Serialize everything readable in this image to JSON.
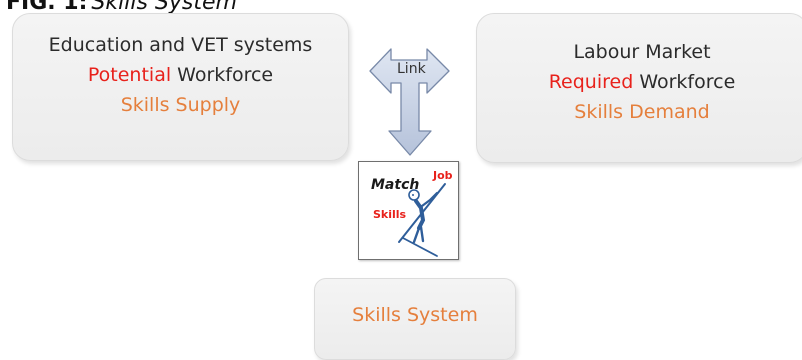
{
  "title": {
    "label": "FIG. 1:",
    "subtitle": "Skills System"
  },
  "left_box": {
    "line1": "Education and VET systems",
    "line2_accent": "Potential",
    "line2_rest": " Workforce",
    "line3": "Skills Supply"
  },
  "right_box": {
    "line1": "Labour Market",
    "line2_accent": "Required",
    "line2_rest": " Workforce",
    "line3": "Skills Demand"
  },
  "arrow": {
    "label": "Link"
  },
  "match_image": {
    "match": "Match",
    "job": "Job",
    "skills": "Skills"
  },
  "bottom_box": {
    "label": "Skills System"
  },
  "colors": {
    "accent_red": "#e8211b",
    "accent_orange": "#e57f3c",
    "box_fill": "#efefef",
    "arrow_fill": "#c5d0e4",
    "arrow_stroke": "#7889a8",
    "figure_blue": "#2f5e9a"
  }
}
